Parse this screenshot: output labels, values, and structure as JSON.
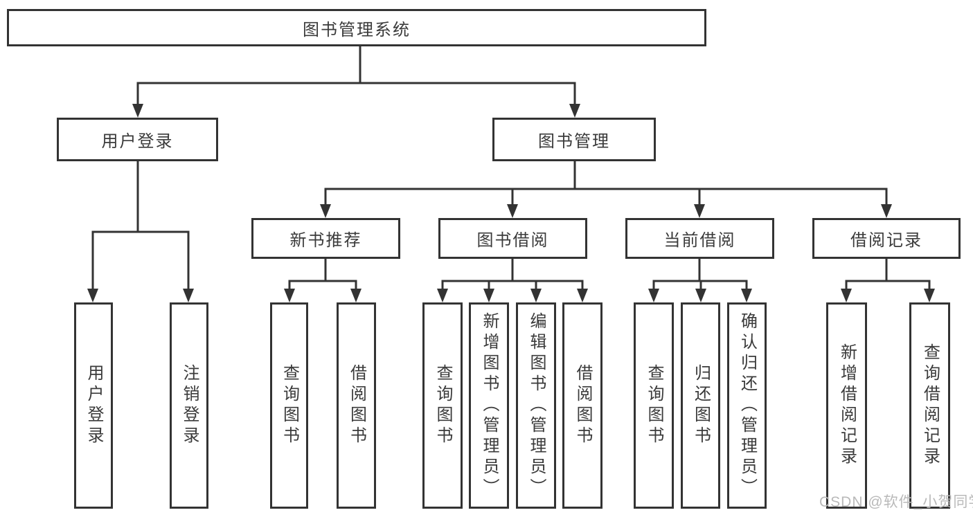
{
  "tree": {
    "root": {
      "label": "图书管理系统"
    },
    "branches": [
      {
        "label": "用户登录",
        "children": [
          {
            "label": "用户登录"
          },
          {
            "label": "注销登录"
          }
        ]
      },
      {
        "label": "图书管理",
        "children": [
          {
            "label": "新书推荐",
            "children": [
              {
                "label": "查询图书"
              },
              {
                "label": "借阅图书"
              }
            ]
          },
          {
            "label": "图书借阅",
            "children": [
              {
                "label": "查询图书"
              },
              {
                "label": "新增图书（管理员）"
              },
              {
                "label": "编辑图书（管理员）"
              },
              {
                "label": "借阅图书"
              }
            ]
          },
          {
            "label": "当前借阅",
            "children": [
              {
                "label": "查询图书"
              },
              {
                "label": "归还图书"
              },
              {
                "label": "确认归还（管理员）"
              }
            ]
          },
          {
            "label": "借阅记录",
            "children": [
              {
                "label": "新增借阅记录"
              },
              {
                "label": "查询借阅记录"
              }
            ]
          }
        ]
      }
    ]
  },
  "watermark": "CSDN @软件_小贺同学",
  "colors": {
    "line": "#333333",
    "text": "#3a3a3a",
    "watermark": "#b9b9b9",
    "background": "#ffffff"
  }
}
